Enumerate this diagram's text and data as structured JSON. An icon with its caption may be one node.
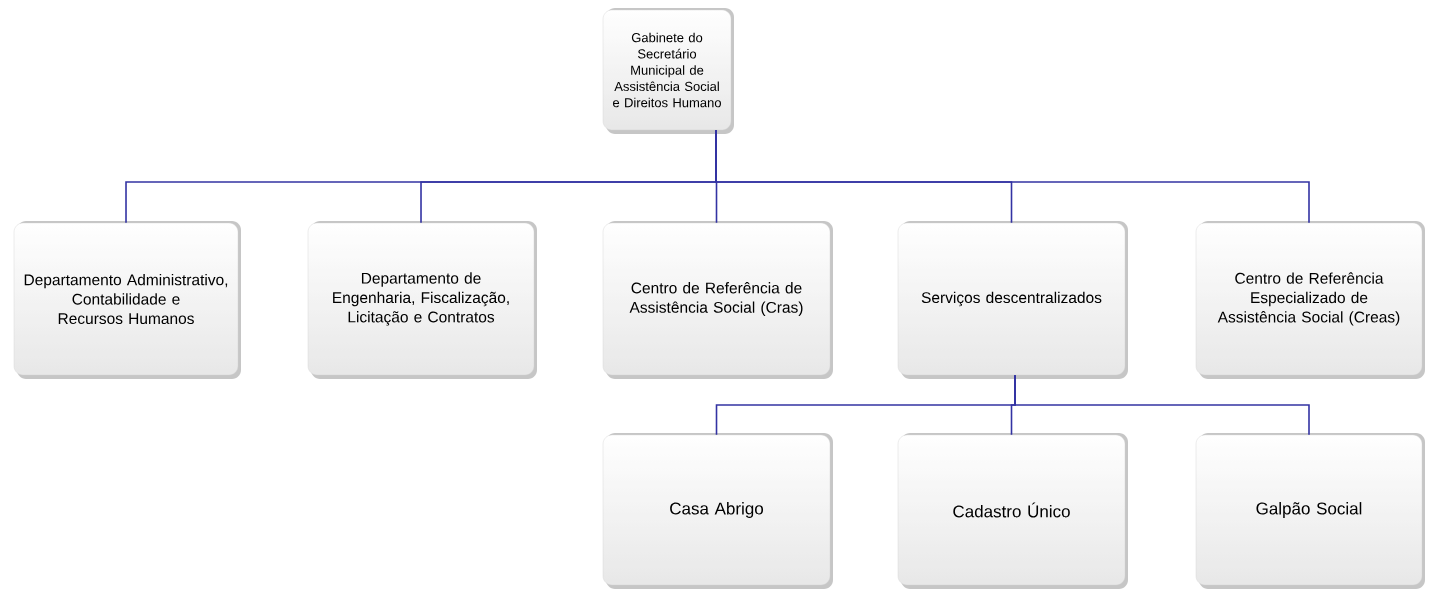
{
  "diagram": {
    "nodes": [
      {
        "text": [
          "Gabinete do Secretário Municipal de Assistência Social e Direitos Humano"
        ]
      },
      {
        "text": [
          "Departamento Administrativo, Contabilidade e Recursos Humanos"
        ]
      },
      {
        "text": [
          "Departamento de Engenharia, Fiscalização, Licitação e Contratos"
        ]
      },
      {
        "text": [
          "Centro de Referência de Assistência Social (Cras)"
        ]
      },
      {
        "text": [
          "Serviços descentralizados"
        ]
      },
      {
        "text": [
          "Centro de Referência Especializado de Assistência Social (Creas)"
        ]
      },
      {
        "text": [
          "Casa Abrigo"
        ]
      },
      {
        "text": [
          "Cadastro Único"
        ]
      },
      {
        "text": [
          "Galpão Social"
        ]
      }
    ],
    "edges": [
      {
        "from": 0,
        "to": 1,
        "arrow": "none"
      },
      {
        "from": 0,
        "to": 2,
        "arrow": "none"
      },
      {
        "from": 0,
        "to": 3,
        "arrow": "none"
      },
      {
        "from": 0,
        "to": 4,
        "arrow": "none"
      },
      {
        "from": 0,
        "to": 5,
        "arrow": "none"
      },
      {
        "from": 4,
        "to": 6,
        "arrow": "none"
      },
      {
        "from": 4,
        "to": 7,
        "arrow": "none"
      },
      {
        "from": 4,
        "to": 8,
        "arrow": "none"
      }
    ]
  }
}
